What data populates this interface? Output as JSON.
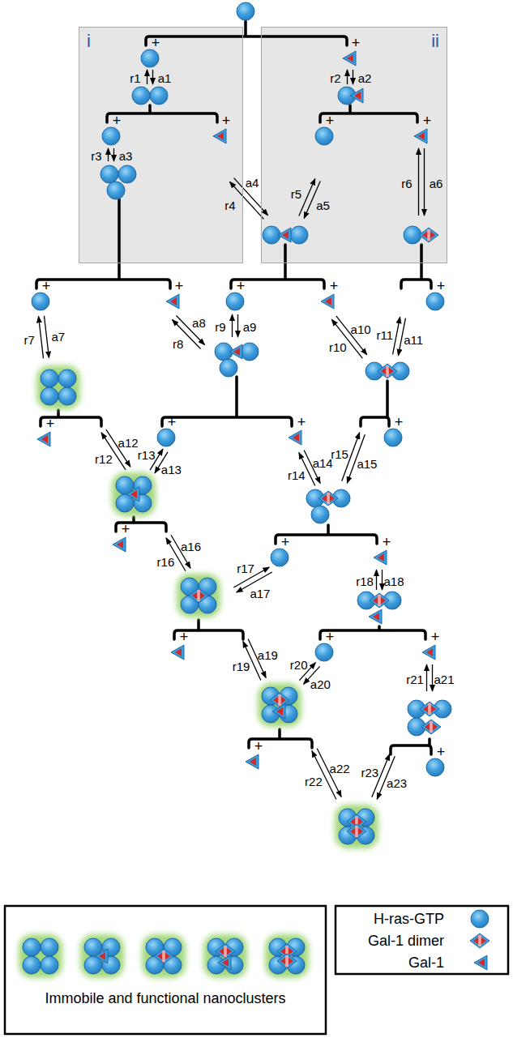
{
  "diagram": {
    "nodes": [
      {
        "text": [
          "i"
        ]
      },
      {
        "text": [
          "ii"
        ]
      }
    ],
    "labels": [
      "+",
      "+",
      "+",
      "+",
      "+",
      "+",
      "+",
      "+",
      "+",
      "+",
      "+",
      "+",
      "+",
      "+",
      "+",
      "+",
      "+",
      "+",
      "+",
      "+",
      "+",
      "+",
      "+",
      "r1",
      "a1",
      "r2",
      "a2",
      "r3",
      "a3",
      "r4",
      "a4",
      "r5",
      "a5",
      "r6",
      "a6",
      "r7",
      "a7",
      "r8",
      "a8",
      "r9",
      "a9",
      "r10",
      "a10",
      "r11",
      "a11",
      "r12",
      "a12",
      "r13",
      "a13",
      "r14",
      "a14",
      "r15",
      "a15",
      "r16",
      "a16",
      "r17",
      "a17",
      "r18",
      "a18",
      "r19",
      "a19",
      "r20",
      "a20",
      "r21",
      "a21",
      "r22",
      "a22",
      "r23",
      "a23"
    ],
    "legend": [
      {
        "text": "Immobile and functional nanoclusters"
      },
      {
        "text": "H-ras-GTP"
      },
      {
        "text": "Gal-1 dimer"
      },
      {
        "text": "Gal-1"
      }
    ]
  }
}
